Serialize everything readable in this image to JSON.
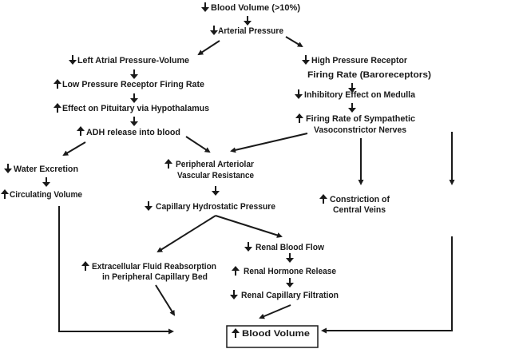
{
  "diagram": {
    "colors": {
      "ink": "#1a1a1a",
      "background": "#ffffff"
    },
    "nodes": {
      "blood_volume_loss": {
        "direction": "down",
        "text": "Blood Volume  (>10%)"
      },
      "arterial_pressure": {
        "direction": "down",
        "text": "Arterial Pressure"
      },
      "left_atrial": {
        "direction": "down",
        "text": "Left Atrial Pressure-Volume"
      },
      "high_pressure_receptor": {
        "direction": "down",
        "line1": "High Pressure Receptor",
        "line2": "Firing Rate (Baroreceptors)"
      },
      "low_pressure_receptor": {
        "direction": "up",
        "text": "Low Pressure Receptor Firing Rate"
      },
      "inhibitory_effect": {
        "direction": "down",
        "text": "Inhibitory Effect on Medulla"
      },
      "pituitary_effect": {
        "direction": "up",
        "text": "Effect on Pituitary via Hypothalamus"
      },
      "sympathetic_firing": {
        "direction": "up",
        "line1": "Firing Rate of Sympathetic",
        "line2": "Vasoconstrictor Nerves"
      },
      "adh_release": {
        "direction": "up",
        "text": "ADH release into blood"
      },
      "water_excretion": {
        "direction": "down",
        "text": "Water Excretion"
      },
      "circulating_volume": {
        "direction": "up",
        "text": "Circulating Volume"
      },
      "peripheral_resistance": {
        "direction": "up",
        "line1": "Peripheral Arteriolar",
        "line2": "Vascular Resistance"
      },
      "capillary_pressure": {
        "direction": "down",
        "text": "Capillary Hydrostatic Pressure"
      },
      "central_veins": {
        "direction": "up",
        "line1": "Constriction of",
        "line2": "Central Veins"
      },
      "renal_blood_flow": {
        "direction": "down",
        "text": "Renal Blood Flow"
      },
      "renal_hormone": {
        "direction": "up",
        "text": "Renal Hormone Release"
      },
      "renal_filtration": {
        "direction": "down",
        "text": "Renal Capillary Filtration"
      },
      "ecf_reabsorption": {
        "direction": "up",
        "line1": "Extracellular Fluid Reabsorption",
        "line2": "in Peripheral Capillary Bed"
      },
      "blood_volume_result": {
        "direction": "up",
        "text": "Blood Volume"
      }
    }
  }
}
